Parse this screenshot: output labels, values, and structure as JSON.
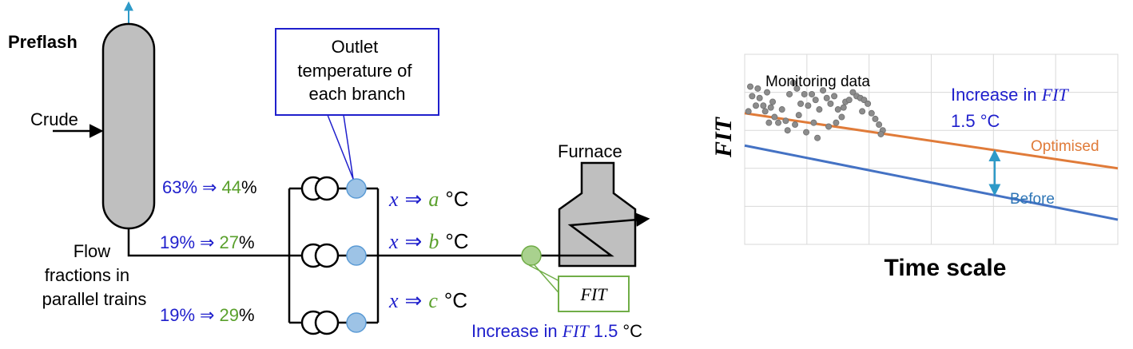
{
  "diagram": {
    "preflash_label": "Preflash",
    "crude_label": "Crude",
    "flow_label_lines": [
      "Flow",
      "fractions in",
      "parallel trains"
    ],
    "callout_lines": [
      "Outlet",
      "temperature of",
      "each branch"
    ],
    "furnace_label": "Furnace",
    "fit_box_label": "FIT",
    "branches": [
      {
        "from": "63%",
        "arrow": "⇒",
        "to": "44",
        "pct": "%",
        "x": "x",
        "letter": "a",
        "unit": "°C"
      },
      {
        "from": "19%",
        "arrow": "⇒",
        "to": "27",
        "pct": "%",
        "x": "x",
        "letter": "b",
        "unit": "°C"
      },
      {
        "from": "19%",
        "arrow": "⇒",
        "to": "29",
        "pct": "%",
        "x": "x",
        "letter": "c",
        "unit": "°C"
      }
    ],
    "increase_note": {
      "prefix": "Increase in ",
      "fit": "FIT",
      "value": "1.5",
      "unit": "°C"
    }
  },
  "chart_data": {
    "type": "line",
    "ylabel": "FIT",
    "xlabel": "Time scale",
    "grid": true,
    "xlim": [
      0,
      100
    ],
    "ylim": [
      0,
      100
    ],
    "monitoring_label": "Monitoring data",
    "increase_lines": [
      "Increase in ",
      "FIT",
      "1.5 °C"
    ],
    "series": [
      {
        "name": "Optimised",
        "color": "#e07b39",
        "points": [
          [
            0,
            69
          ],
          [
            100,
            40
          ]
        ]
      },
      {
        "name": "Before",
        "color": "#4472c4",
        "points": [
          [
            0,
            52
          ],
          [
            100,
            13
          ]
        ]
      }
    ],
    "scatter_color": "#8c8c8c",
    "monitoring_points": [
      [
        1,
        70
      ],
      [
        2,
        78
      ],
      [
        3,
        73
      ],
      [
        1.5,
        83
      ],
      [
        3.5,
        82
      ],
      [
        4,
        77
      ],
      [
        5,
        73
      ],
      [
        6,
        80
      ],
      [
        5.5,
        70
      ],
      [
        7,
        72
      ],
      [
        8,
        67
      ],
      [
        7.5,
        75
      ],
      [
        9,
        64
      ],
      [
        10,
        71
      ],
      [
        11,
        65
      ],
      [
        12,
        79
      ],
      [
        13,
        85
      ],
      [
        14,
        82
      ],
      [
        15,
        74
      ],
      [
        16,
        79
      ],
      [
        14.5,
        68
      ],
      [
        17,
        73
      ],
      [
        18,
        79
      ],
      [
        19,
        76
      ],
      [
        20,
        71
      ],
      [
        21,
        81
      ],
      [
        22,
        77
      ],
      [
        23,
        74
      ],
      [
        24,
        78
      ],
      [
        25,
        71
      ],
      [
        26,
        67
      ],
      [
        27,
        75
      ],
      [
        28,
        76
      ],
      [
        29,
        80
      ],
      [
        30,
        78
      ],
      [
        31,
        77
      ],
      [
        32,
        76
      ],
      [
        33,
        74
      ],
      [
        31.5,
        70
      ],
      [
        34,
        69
      ],
      [
        35,
        66
      ],
      [
        36,
        63
      ],
      [
        37,
        60
      ],
      [
        16.5,
        59
      ],
      [
        18.5,
        64
      ],
      [
        22.5,
        62
      ],
      [
        6.5,
        64
      ],
      [
        11.5,
        60
      ],
      [
        24.5,
        64
      ],
      [
        13.5,
        63
      ],
      [
        19.5,
        56
      ],
      [
        26.5,
        72
      ],
      [
        36.5,
        58
      ]
    ],
    "gap_arrow_x": 67
  },
  "colors": {
    "blue_text": "#1f1fcc",
    "green_text": "#5aa02c",
    "node_blue": "#9dc3e6",
    "node_green": "#a9d18e",
    "vessel_gray": "#bfbfbf",
    "teal_arrow": "#2e9ac8",
    "grid": "#d9d9d9"
  }
}
